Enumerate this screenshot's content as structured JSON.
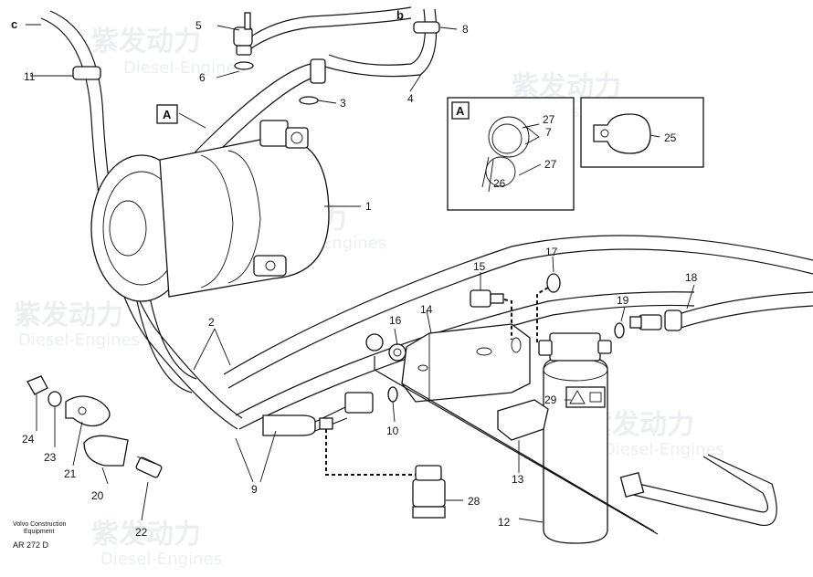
{
  "callouts": {
    "c": "c",
    "b": "b",
    "n1": "1",
    "n2": "2",
    "n3": "3",
    "n4": "4",
    "n5": "5",
    "n6": "6",
    "n8": "8",
    "n9": "9",
    "n10": "10",
    "n11": "11",
    "n12": "12",
    "n13": "13",
    "n14": "14",
    "n15": "15",
    "n16": "16",
    "n17": "17",
    "n18": "18",
    "n19": "19",
    "n20": "20",
    "n21": "21",
    "n22": "22",
    "n23": "23",
    "n24": "24",
    "n25": "25",
    "n26": "26",
    "n27a": "27",
    "n7": "7",
    "n27b": "27",
    "n28": "28",
    "n29": "29",
    "detail_A_main": "A",
    "detail_A_box": "A"
  },
  "footer": {
    "company_line1": "Volvo Construction",
    "company_line2": "Equipment",
    "reference": "AR 272 D"
  },
  "watermark": {
    "brand_cn": "紫发动力",
    "brand_en": "Diesel-Engines"
  }
}
